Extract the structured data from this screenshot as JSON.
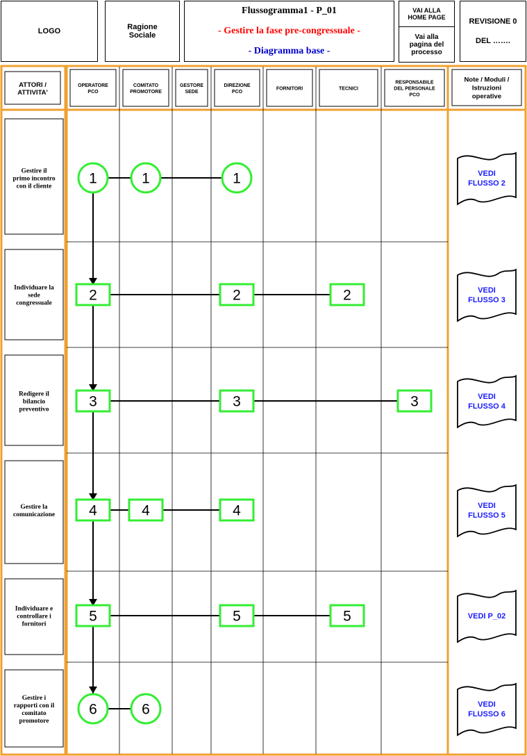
{
  "header": {
    "logo": "LOGO",
    "ragione_sociale": "Ragione Sociale",
    "title": "Flussogramma1 - P_01",
    "subtitle": "- Gestire la fase pre-congressuale -",
    "diagram_type": "- Diagramma base -",
    "home_link": "VAI ALLA HOME PAGE",
    "process_link": "Vai alla pagina del processo",
    "revision": "REVISIONE 0",
    "date": "DEL …….",
    "subtitle_color": "#ff0000",
    "diagram_type_color": "#0000cc"
  },
  "columns": {
    "actors_header": "ATTORI / ATTIVITA'",
    "notes_header": "Note / Moduli / Istruzioni operative",
    "actors": [
      "OPERATORE PCO",
      "COMITATO PROMOTORE",
      "GESTORE SEDE",
      "DIREZIONE PCO",
      "FORNITORI",
      "TECNICI",
      "RESPONSABILE DEL PERSONALE PCO"
    ]
  },
  "activities": [
    {
      "label": "Gestire il primo incontro con il cliente",
      "number": "1",
      "shape": "circle",
      "actors": [
        0,
        1,
        3
      ],
      "note": "VEDI FLUSSO 2"
    },
    {
      "label": "Individuare la sede congressuale",
      "number": "2",
      "shape": "rect",
      "actors": [
        0,
        3,
        5
      ],
      "note": "VEDI FLUSSO 3"
    },
    {
      "label": "Redigere il bilancio preventivo",
      "number": "3",
      "shape": "rect",
      "actors": [
        0,
        3,
        6
      ],
      "note": "VEDI FLUSSO 4"
    },
    {
      "label": "Gestire la comunicazione",
      "number": "4",
      "shape": "rect",
      "actors": [
        0,
        1,
        3
      ],
      "note": "VEDI FLUSSO 5"
    },
    {
      "label": "Individuare e controllare i fornitori",
      "number": "5",
      "shape": "rect",
      "actors": [
        0,
        3,
        5
      ],
      "note": "VEDI P_02"
    },
    {
      "label": "Gestire i rapporti con il comitato promotore",
      "number": "6",
      "shape": "circle",
      "actors": [
        0,
        1
      ],
      "note": "VEDI FLUSSO 6"
    }
  ],
  "colors": {
    "frame": "#f0a030",
    "node_stroke": "#33ee33",
    "note_text": "#1a1aff"
  }
}
